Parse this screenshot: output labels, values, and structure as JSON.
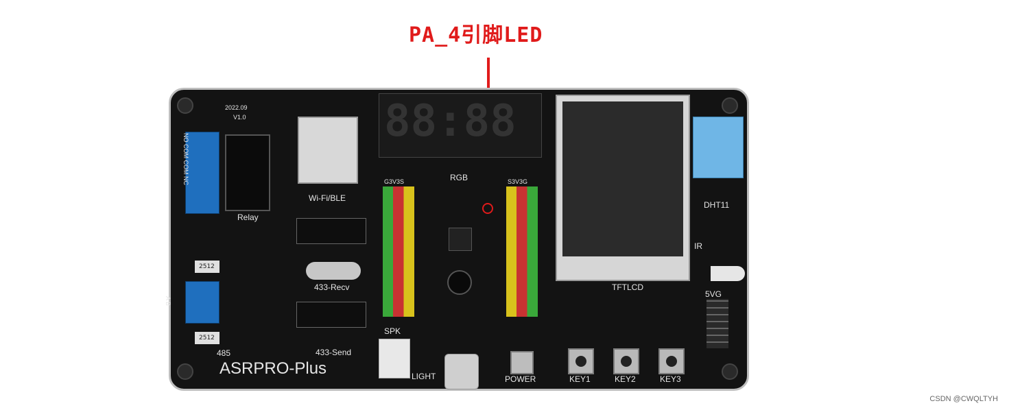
{
  "annotation": {
    "label": "PA_4引脚LED",
    "color": "#e01b1b"
  },
  "board": {
    "name": "ASRPRO-Plus",
    "date": "2022.09",
    "version": "V1.0",
    "relay_pins": "NO COM COM NC",
    "relay_label": "Relay",
    "wifi_label": "Wi-Fi/BLE",
    "recv_label": "433-Recv",
    "send_label": "433-Send",
    "rgb_label": "RGB",
    "header_left_label": "G3V3S",
    "header_right_label": "S3V3G",
    "dht_label": "DHT11",
    "ir_label": "IR",
    "lcd_label": "TFTLCD",
    "power_header_label": "5VG",
    "rs485_pins": "A  B",
    "rs485_label": "485",
    "resistor_label": "2512",
    "spk_label": "SPK",
    "light_label": "LIGHT",
    "power_label": "POWER",
    "keys": [
      "KEY1",
      "KEY2",
      "KEY3"
    ]
  },
  "watermark": "CSDN @CWQLTYH"
}
